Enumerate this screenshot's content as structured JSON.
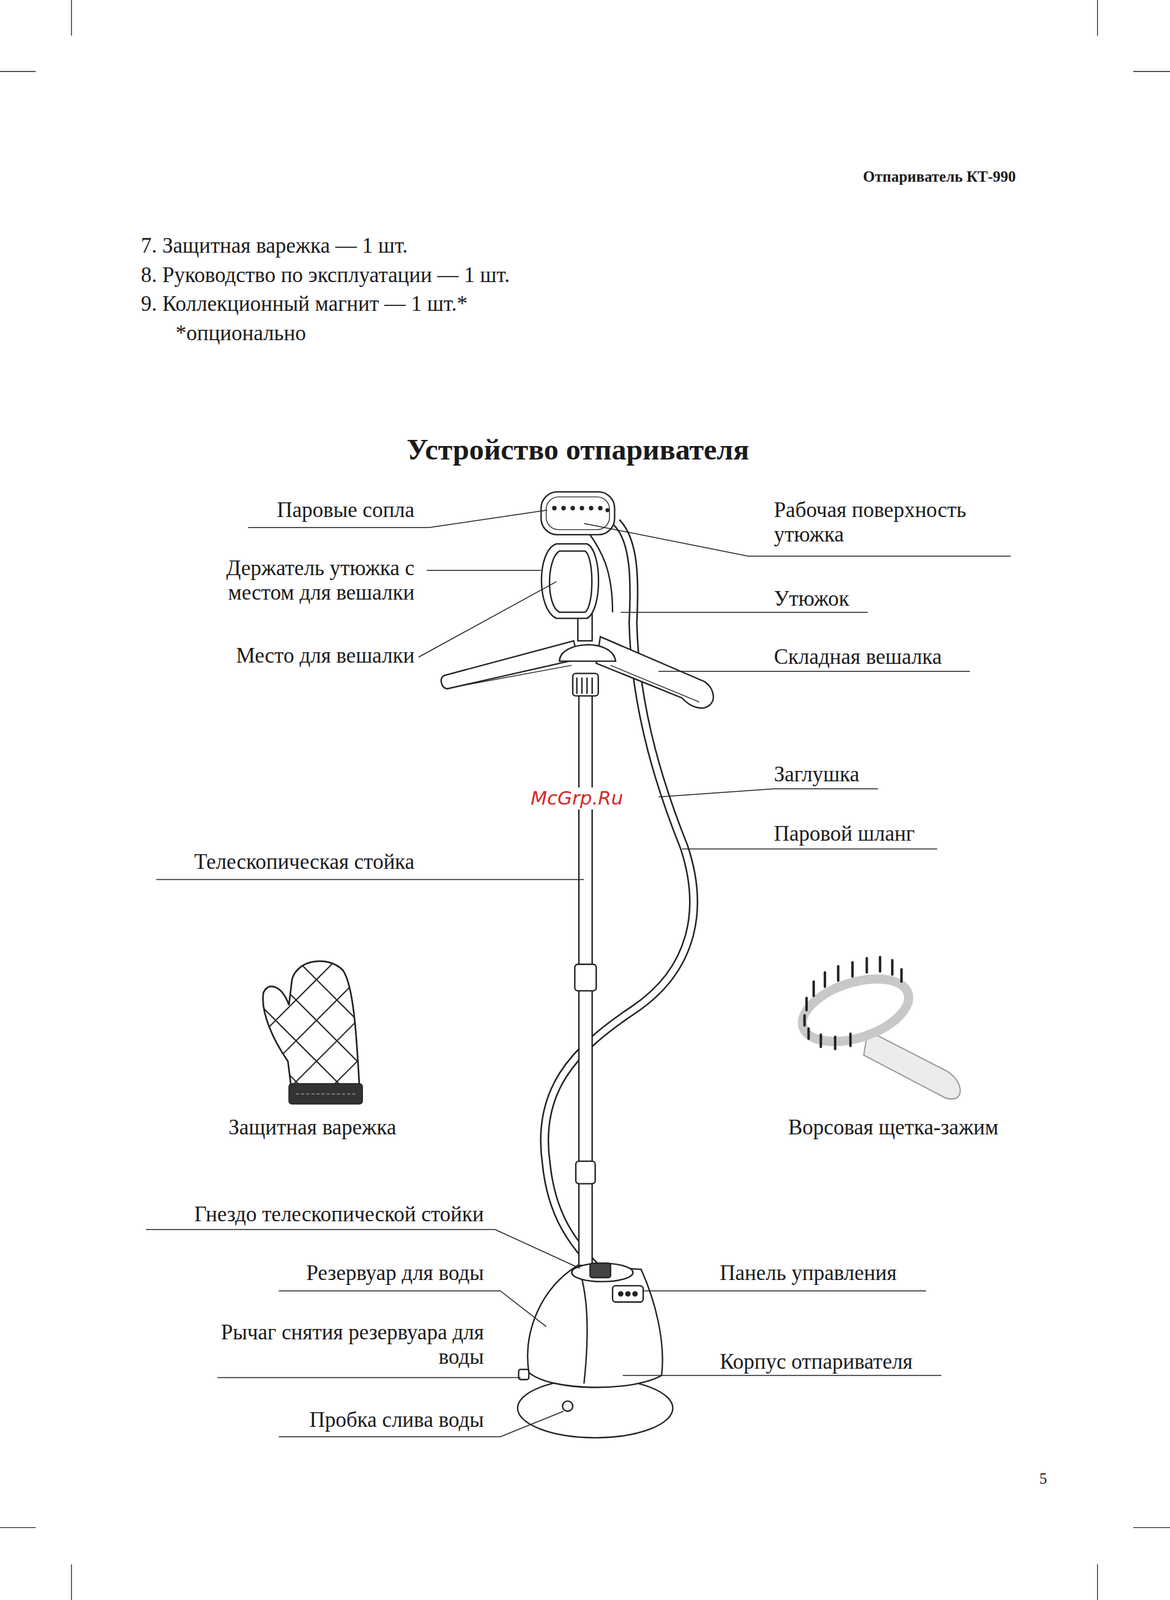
{
  "diagram": {
    "title": "Устройство отпаривателя",
    "labels": [
      "Отпариватель КТ-990",
      "7. Защитная варежка — 1 шт.",
      "8. Руководство по эксплуатации — 1 шт.",
      "9. Коллекционный магнит — 1 шт.*",
      "*опционально",
      "Паровые сопла",
      "Рабочая поверхность утюжка",
      "Держатель утюжка с местом для вешалки",
      "Утюжок",
      "Место для вешалки",
      "Складная вешалка",
      "McGrp.Ru",
      "Заглушка",
      "Паровой шланг",
      "Телескопическая стойка",
      "Защитная варежка",
      "Ворсовая щетка-зажим",
      "Гнездо телескопической стойки",
      "Резервуар для воды",
      "Панель управления",
      "Рычаг снятия резервуара для воды",
      "Корпус отпаривателя",
      "Пробка слива воды",
      "5"
    ]
  }
}
